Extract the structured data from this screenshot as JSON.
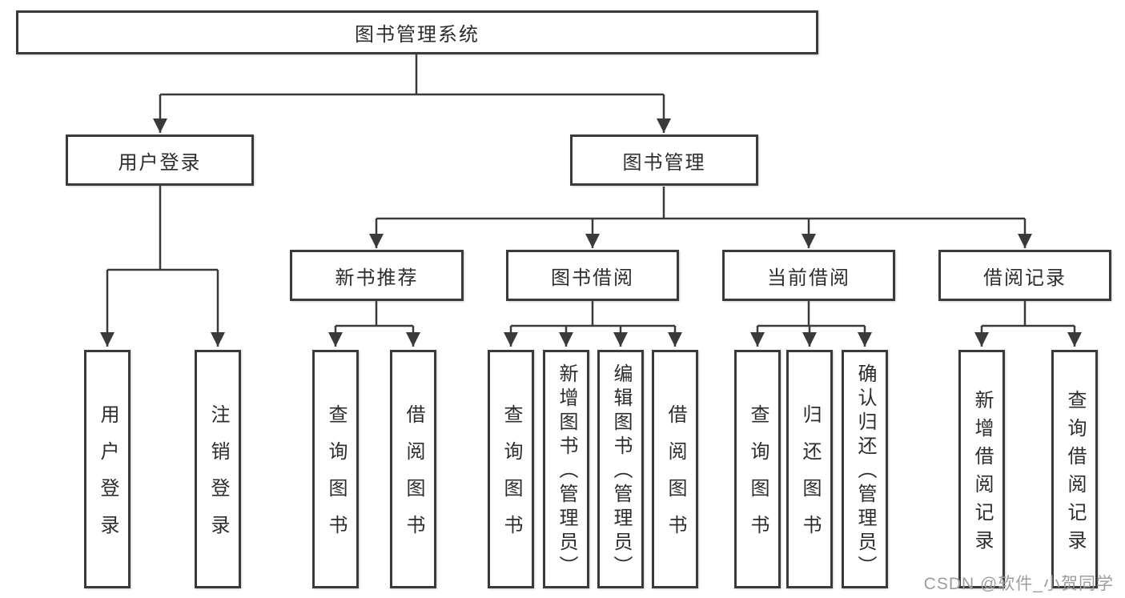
{
  "colors": {
    "line": "#3a3a3a",
    "text": "#2d2d2d",
    "watermark": "#9e9e9e",
    "bg": "#ffffff"
  },
  "watermark": "CSDN @软件_小贺同学",
  "tree": {
    "label": "图书管理系统",
    "children": [
      {
        "label": "用户登录",
        "children": [
          {
            "label": "用户登录"
          },
          {
            "label": "注销登录"
          }
        ]
      },
      {
        "label": "图书管理",
        "children": [
          {
            "label": "新书推荐",
            "children": [
              {
                "label": "查询图书"
              },
              {
                "label": "借阅图书"
              }
            ]
          },
          {
            "label": "图书借阅",
            "children": [
              {
                "label": "查询图书"
              },
              {
                "label": "新增图书（管理员）"
              },
              {
                "label": "编辑图书（管理员）"
              },
              {
                "label": "借阅图书"
              }
            ]
          },
          {
            "label": "当前借阅",
            "children": [
              {
                "label": "查询图书"
              },
              {
                "label": "归还图书"
              },
              {
                "label": "确认归还（管理员）"
              }
            ]
          },
          {
            "label": "借阅记录",
            "children": [
              {
                "label": "新增借阅记录"
              },
              {
                "label": "查询借阅记录"
              }
            ]
          }
        ]
      }
    ]
  }
}
